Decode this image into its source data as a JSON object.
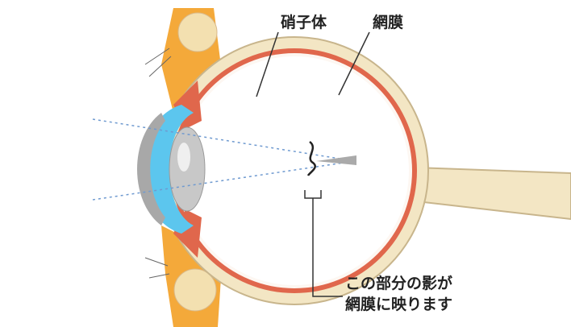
{
  "labels": {
    "vitreous": "硝子体",
    "retina": "網膜",
    "note_line1": "この部分の影が",
    "note_line2": "網膜に映ります"
  },
  "colors": {
    "sclera": "#f3e6c4",
    "choroid": "#e0674c",
    "muscle": "#f4a93a",
    "cornea": "#5cc6ee",
    "lens": "#b8b8b8",
    "nerve_artery": "#d9302a",
    "nerve_vein": "#2a3f9a"
  }
}
